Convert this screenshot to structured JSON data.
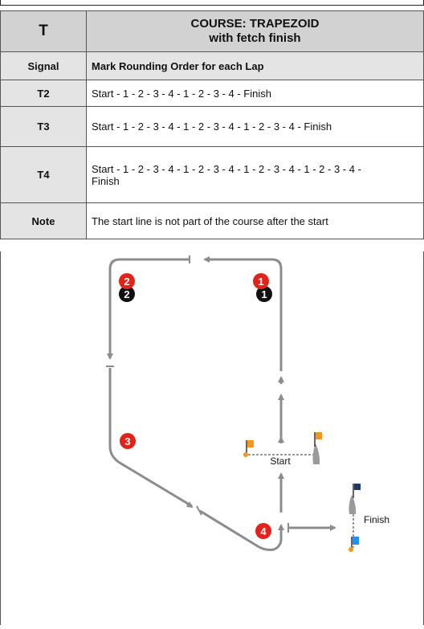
{
  "header": {
    "code": "T",
    "title_line1": "COURSE: TRAPEZOID",
    "title_line2": "with fetch finish"
  },
  "subheader": {
    "col1": "Signal",
    "col2": "Mark Rounding Order for each Lap"
  },
  "rows": [
    {
      "signal": "T2",
      "order": "Start - 1 - 2 - 3 - 4 - 1 - 2 - 3 - 4 - Finish"
    },
    {
      "signal": "T3",
      "order": "Start - 1 - 2 - 3 - 4 - 1 - 2 - 3 - 4 - 1 - 2 - 3 - 4 - Finish"
    },
    {
      "signal": "T4",
      "order_line1": "Start - 1 - 2 - 3 - 4 - 1 - 2 - 3 - 4 - 1 - 2 - 3 - 4 - 1 - 2 - 3 - 4 -",
      "order_line2": "Finish"
    }
  ],
  "note": {
    "label": "Note",
    "text": "The start line is not part of the course after the start"
  },
  "diagram": {
    "marks": {
      "m1": "1",
      "m2": "2",
      "m3": "3",
      "m4": "4",
      "m1_black": "1",
      "m2_black": "2"
    },
    "start_label": "Start",
    "finish_label": "Finish",
    "colors": {
      "mark_red": "#e2231a",
      "mark_black": "#111111",
      "flag_orange": "#f7941d",
      "flag_blue": "#1e90ff",
      "flag_navy": "#1f3a68",
      "line": "#8c8c8c",
      "boat": "#9a9a9a"
    }
  }
}
